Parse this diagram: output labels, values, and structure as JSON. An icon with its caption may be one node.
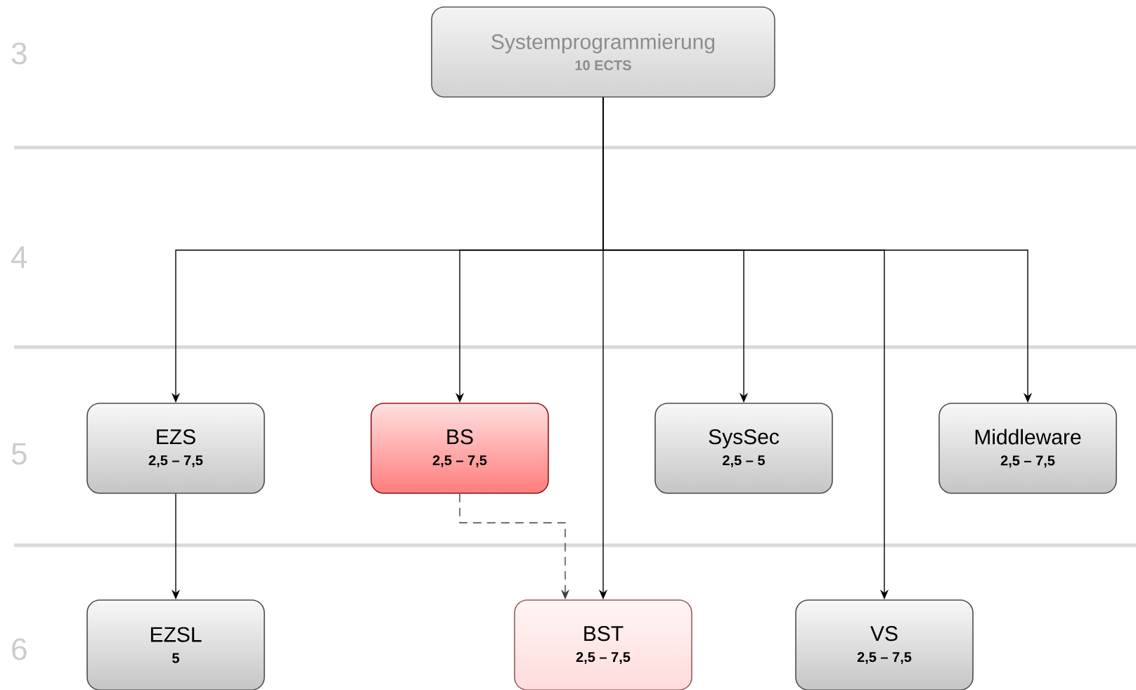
{
  "diagram": {
    "nodes": [
      {
        "text": [
          "Systemprogrammierung",
          "10 ECTS"
        ]
      },
      {
        "text": [
          "EZS",
          "2,5 – 7,5"
        ]
      },
      {
        "text": [
          "BS",
          "2,5 – 7,5"
        ]
      },
      {
        "text": [
          "SysSec",
          "2,5 – 5"
        ]
      },
      {
        "text": [
          "Middleware",
          "2,5 – 7,5"
        ]
      },
      {
        "text": [
          "EZSL",
          "5"
        ]
      },
      {
        "text": [
          "BST",
          "2,5 – 7,5"
        ]
      },
      {
        "text": [
          "VS",
          "2,5 – 7,5"
        ]
      }
    ],
    "edges": [
      {
        "from": 0,
        "to": 1,
        "arrow": "to"
      },
      {
        "from": 0,
        "to": 2,
        "arrow": "to"
      },
      {
        "from": 0,
        "to": 3,
        "arrow": "to"
      },
      {
        "from": 0,
        "to": 4,
        "arrow": "to"
      },
      {
        "from": 0,
        "to": 6,
        "arrow": "to"
      },
      {
        "from": 0,
        "to": 7,
        "arrow": "to"
      },
      {
        "from": 1,
        "to": 5,
        "arrow": "to"
      },
      {
        "from": 2,
        "to": 6,
        "arrow": "to",
        "style": "dashed"
      }
    ],
    "labels": [
      "3",
      "4",
      "5",
      "6"
    ]
  }
}
